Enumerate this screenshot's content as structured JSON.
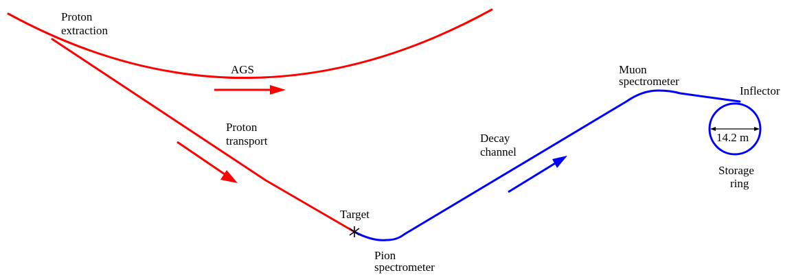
{
  "colors": {
    "proton_beam": "#ff0000",
    "muon_beam": "#0000ff",
    "text": "#000000"
  },
  "labels": {
    "proton_extraction": [
      "Proton",
      "extraction"
    ],
    "ags": "AGS",
    "proton_transport": [
      "Proton",
      "transport"
    ],
    "target": "Target",
    "pion_spectrometer": [
      "Pion",
      "spectrometer"
    ],
    "decay_channel": [
      "Decay",
      "channel"
    ],
    "muon_spectrometer": [
      "Muon",
      "spectrometer"
    ],
    "inflector": "Inflector",
    "ring_diameter": "14.2 m",
    "storage_ring": [
      "Storage",
      "ring"
    ]
  }
}
